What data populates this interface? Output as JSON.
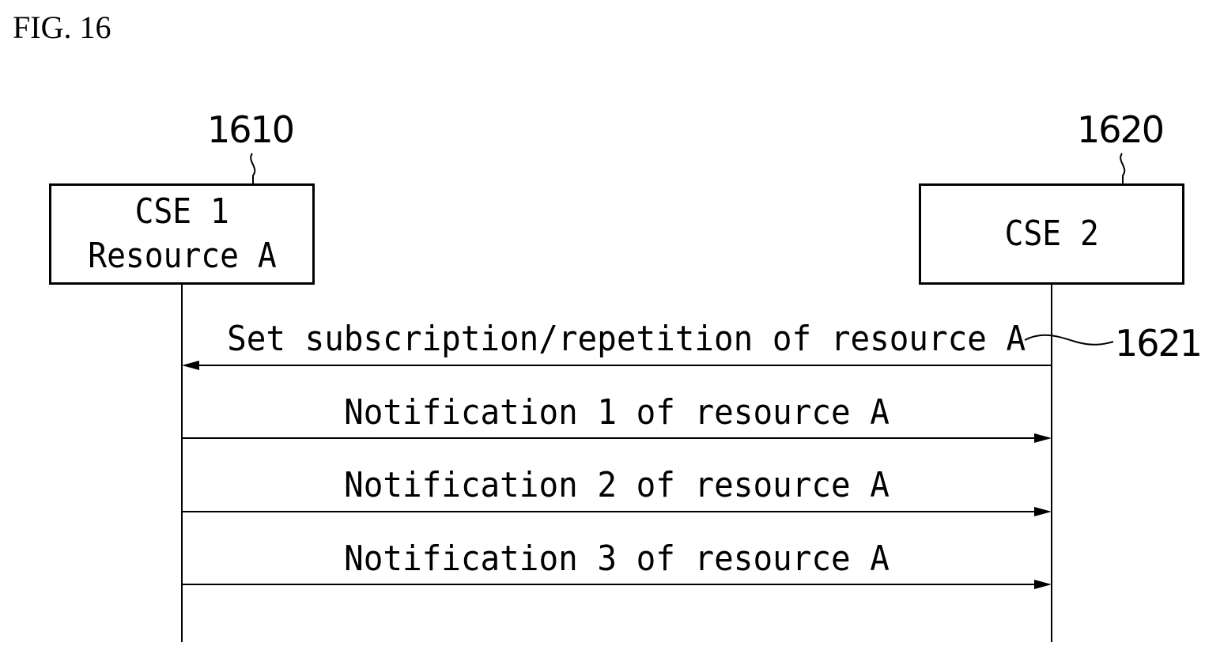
{
  "figure": {
    "title": "FIG. 16"
  },
  "entities": {
    "cse1": {
      "ref": "1610",
      "line1": "CSE 1",
      "line2": "Resource A"
    },
    "cse2": {
      "ref": "1620",
      "line1": "CSE 2"
    }
  },
  "messages": [
    {
      "label": "Set subscription/repetition of resource A",
      "direction": "from CSE 2 to CSE 1",
      "ref": "1621"
    },
    {
      "label": "Notification 1 of resource A",
      "direction": "from CSE 1 to CSE 2"
    },
    {
      "label": "Notification 2 of resource A",
      "direction": "from CSE 1 to CSE 2"
    },
    {
      "label": "Notification 3 of resource A",
      "direction": "from CSE 1 to CSE 2"
    }
  ]
}
